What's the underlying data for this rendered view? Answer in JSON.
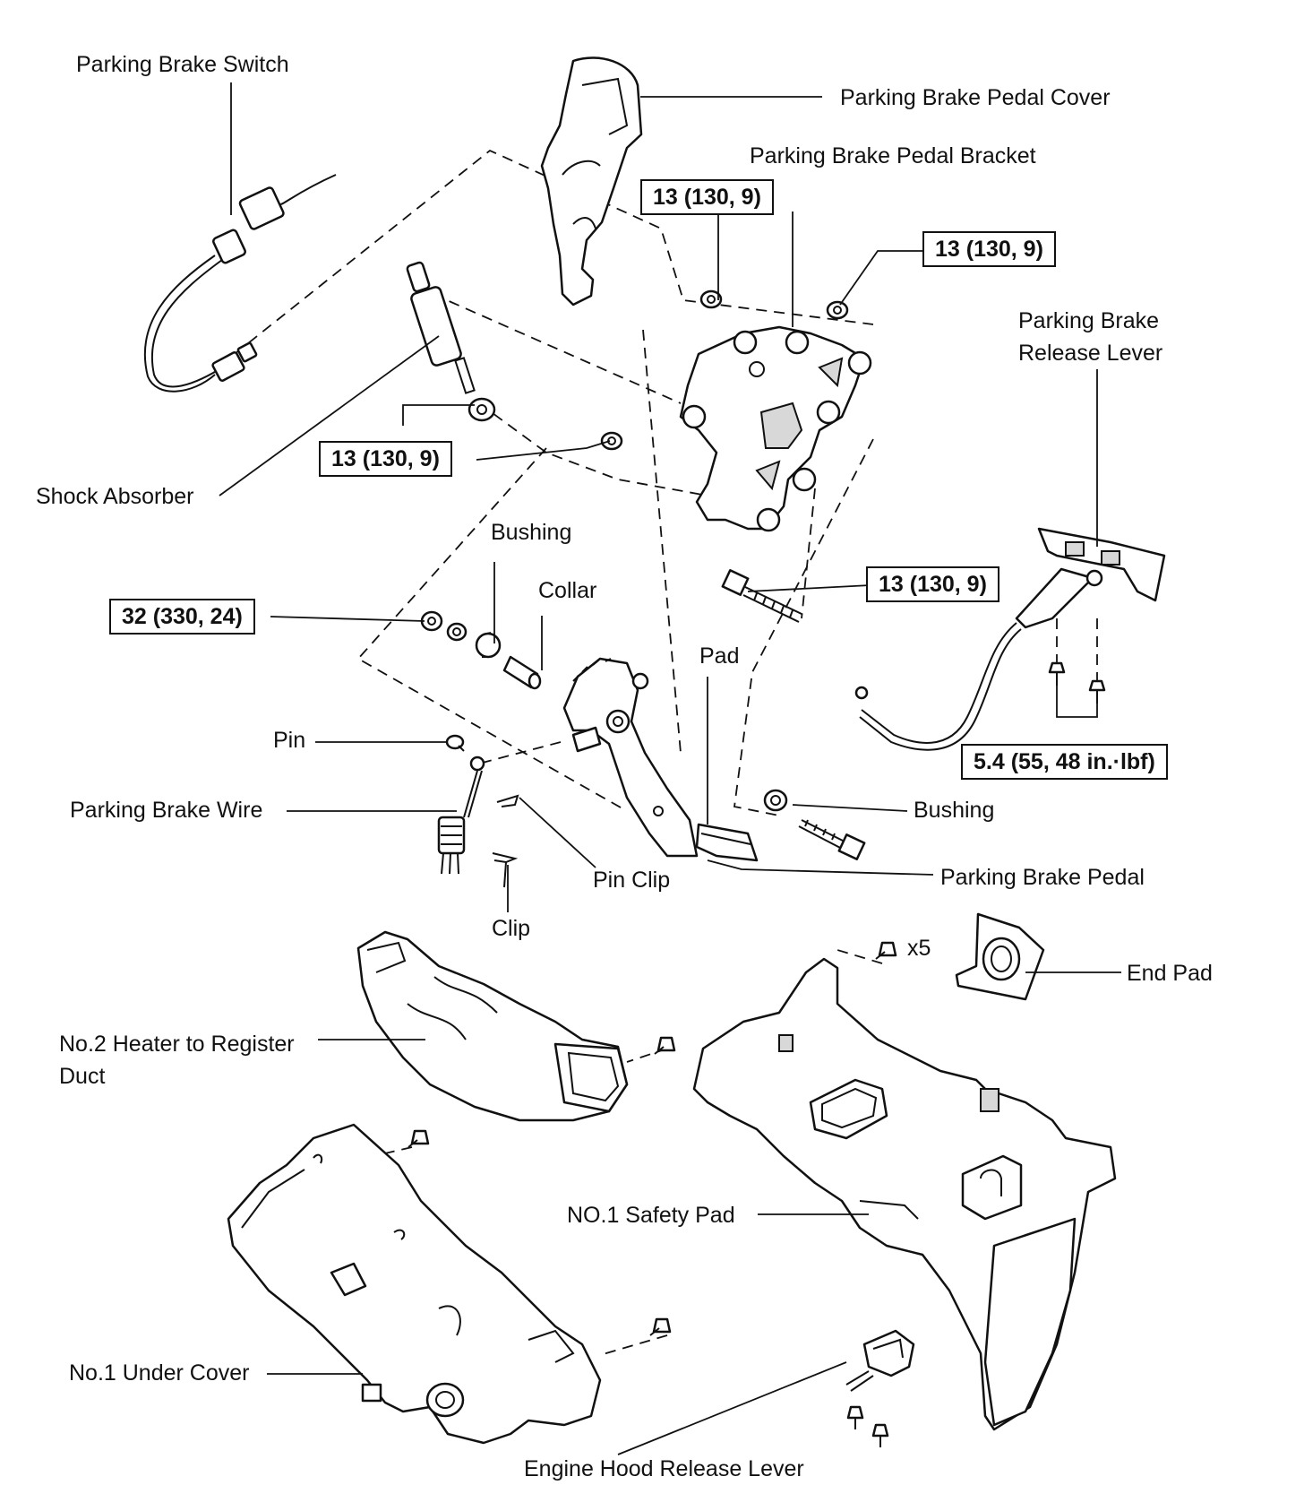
{
  "labels": {
    "parking_brake_switch": "Parking Brake Switch",
    "parking_brake_pedal_cover": "Parking Brake Pedal Cover",
    "parking_brake_pedal_bracket": "Parking Brake Pedal Bracket",
    "parking_brake_release_lever": "Parking Brake\nRelease Lever",
    "shock_absorber": "Shock Absorber",
    "bushing_upper": "Bushing",
    "collar": "Collar",
    "pad": "Pad",
    "pin": "Pin",
    "parking_brake_wire": "Parking Brake Wire",
    "pin_clip": "Pin Clip",
    "clip": "Clip",
    "bushing_lower": "Bushing",
    "parking_brake_pedal": "Parking Brake Pedal",
    "end_pad": "End Pad",
    "x5": "x5",
    "heater_duct": "No.2 Heater to Register\nDuct",
    "safety_pad": "NO.1 Safety Pad",
    "under_cover": "No.1 Under Cover",
    "hood_release_lever": "Engine Hood Release Lever"
  },
  "torque_specs": {
    "bracket_left": "13 (130, 9)",
    "bracket_right": "13 (130, 9)",
    "shock_absorber": "13 (130, 9)",
    "bracket_bolt": "13 (130, 9)",
    "pedal_nut": "32 (330, 24)",
    "release_lever": "5.4 (55, 48 in.·lbf)"
  }
}
